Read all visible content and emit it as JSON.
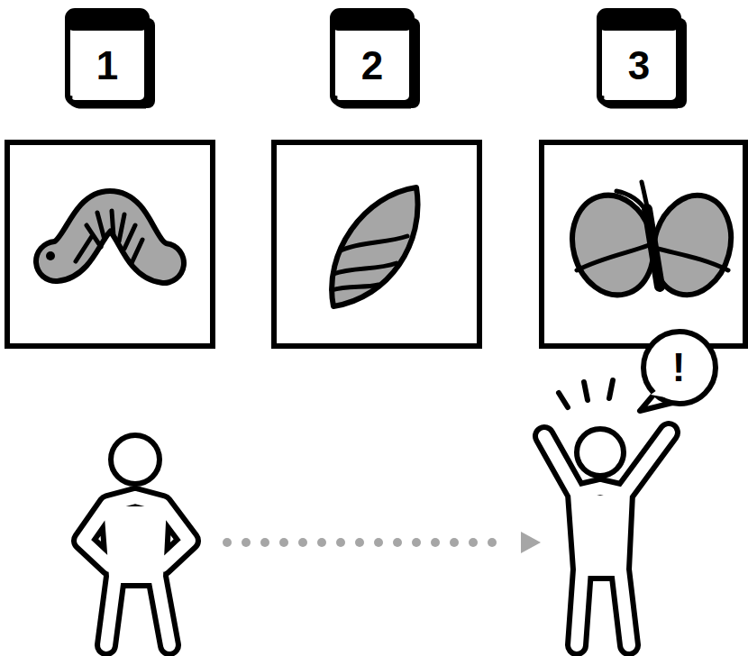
{
  "diagram": {
    "nodes": [
      {
        "text": [
          "1"
        ]
      },
      {
        "text": [
          "2"
        ]
      },
      {
        "text": [
          "3"
        ]
      },
      {
        "text": [
          "!"
        ]
      }
    ]
  }
}
